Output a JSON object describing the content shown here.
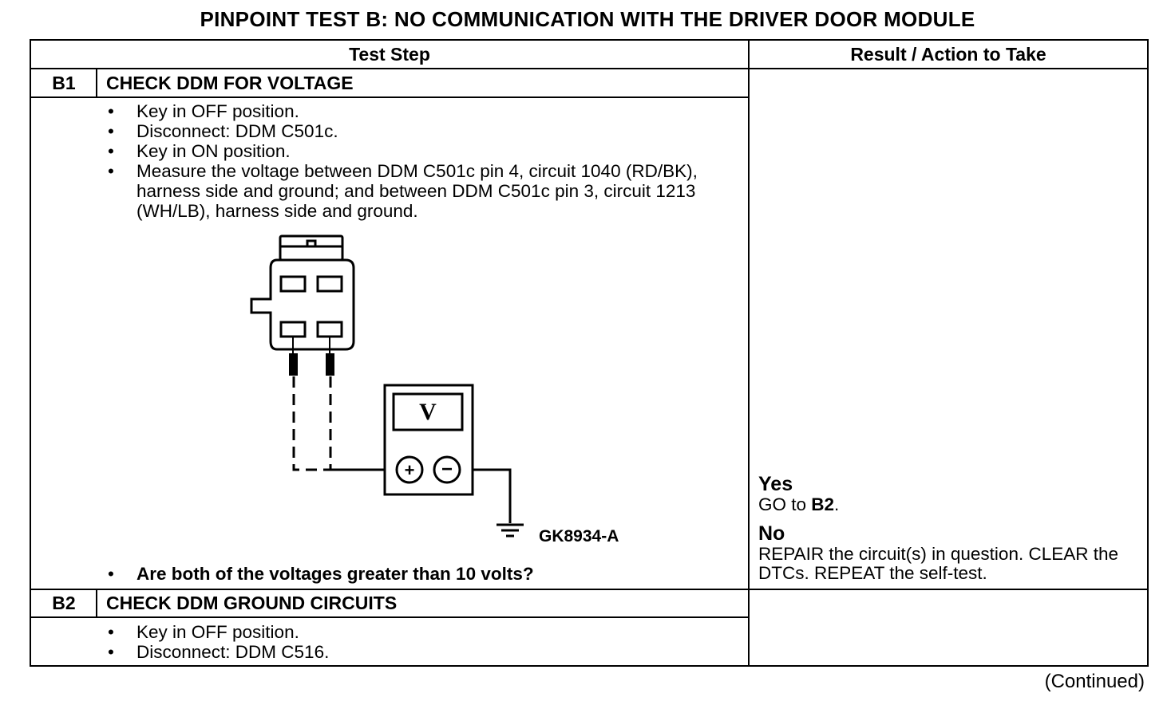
{
  "page_title": "PINPOINT TEST B: NO COMMUNICATION WITH THE DRIVER DOOR MODULE",
  "table_headers": {
    "test_step": "Test Step",
    "result": "Result / Action to Take"
  },
  "steps": [
    {
      "id": "B1",
      "name": "CHECK DDM FOR VOLTAGE",
      "items": [
        "Key in OFF position.",
        "Disconnect: DDM C501c.",
        "Key in ON position.",
        "Measure the voltage between DDM C501c pin 4, circuit 1040 (RD/BK), harness side and ground; and between DDM C501c pin 3, circuit 1213 (WH/LB), harness side and ground."
      ],
      "question": "Are both of the voltages greater than 10 volts?",
      "figure": {
        "meter_symbol": "V",
        "plus": "+",
        "minus": "−",
        "figure_id": "GK8934-A"
      },
      "results": {
        "yes_label": "Yes",
        "yes_prefix": "GO to ",
        "yes_target": "B2",
        "yes_suffix": ".",
        "no_label": "No",
        "no_action": "REPAIR the circuit(s) in question. CLEAR the DTCs. REPEAT the self-test."
      }
    },
    {
      "id": "B2",
      "name": "CHECK DDM GROUND CIRCUITS",
      "items": [
        "Key in OFF position.",
        "Disconnect: DDM C516."
      ]
    }
  ],
  "continued": "(Continued)"
}
